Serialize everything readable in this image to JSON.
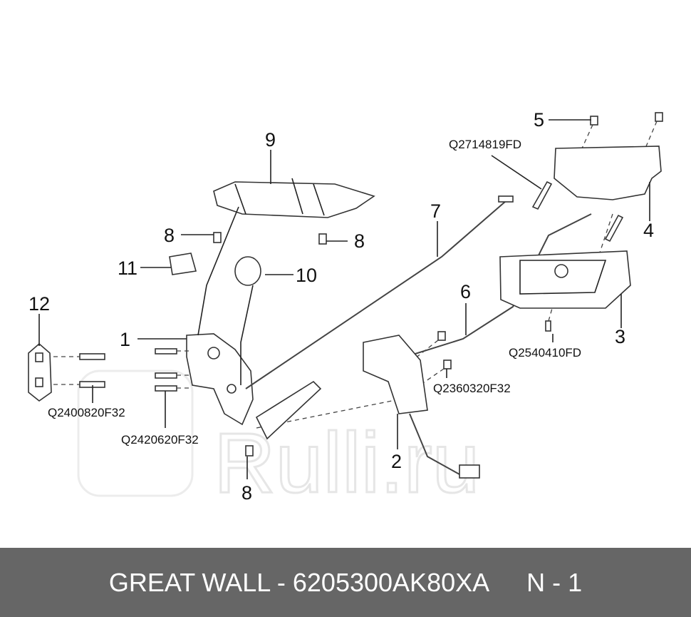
{
  "diagram": {
    "labels": {
      "n1": "1",
      "n2": "2",
      "n3": "3",
      "n4": "4",
      "n5": "5",
      "n6": "6",
      "n7": "7",
      "n8a": "8",
      "n8b": "8",
      "n8c": "8",
      "n9": "9",
      "n10": "10",
      "n11": "11",
      "n12": "12"
    },
    "codes": {
      "c1": "Q2714819FD",
      "c2": "Q2540410FD",
      "c3": "Q2360320F32",
      "c4": "Q2400820F32",
      "c5": "Q2420620F32"
    },
    "watermark": "Rulli.ru"
  },
  "footer": {
    "brand_part": "GREAT WALL - 6205300AK80XA",
    "page": "N - 1"
  }
}
